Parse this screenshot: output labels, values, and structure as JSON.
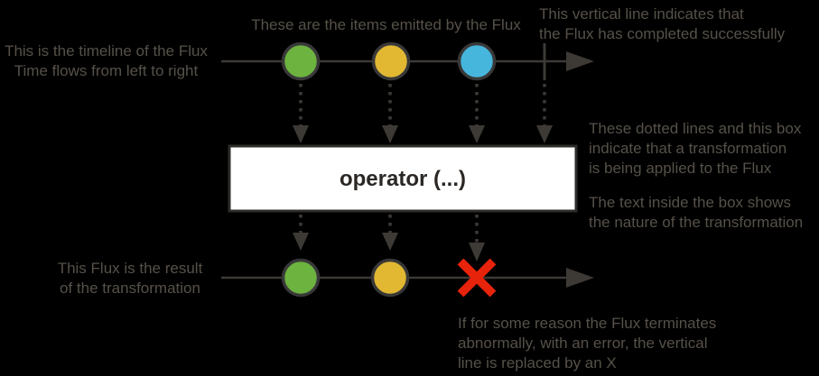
{
  "colors": {
    "background": "#000000",
    "line": "#3d3a36",
    "marble_stroke": "#383838",
    "item_green": "#6db33f",
    "item_yellow": "#e2b832",
    "item_blue": "#47b6dc",
    "error_red": "#e8230c",
    "box_background": "#ffffff",
    "box_border": "#2e2c29",
    "operator_text": "#2b2724",
    "annotation_text": "#565149"
  },
  "operator": {
    "label": "operator (...)"
  },
  "annotations": {
    "timeline": "This is the timeline of the Flux\nTime flows from left to right",
    "items": "These are the items emitted by the Flux",
    "complete": "This vertical line indicates that\nthe Flux has completed successfully",
    "transform": "These dotted lines and this box\nindicate that a transformation\nis being applied to the Flux",
    "box_text": "The text inside the box shows\nthe nature of the transformation",
    "result": "This Flux is the result\nof the transformation",
    "error": "If for some reason the Flux terminates\nabnormally, with an error, the vertical\nline is replaced by an X"
  },
  "diagram": {
    "source_flux": {
      "items": [
        "green",
        "yellow",
        "blue"
      ],
      "terminal": "complete"
    },
    "result_flux": {
      "items": [
        "green",
        "yellow"
      ],
      "terminal": "error"
    }
  }
}
